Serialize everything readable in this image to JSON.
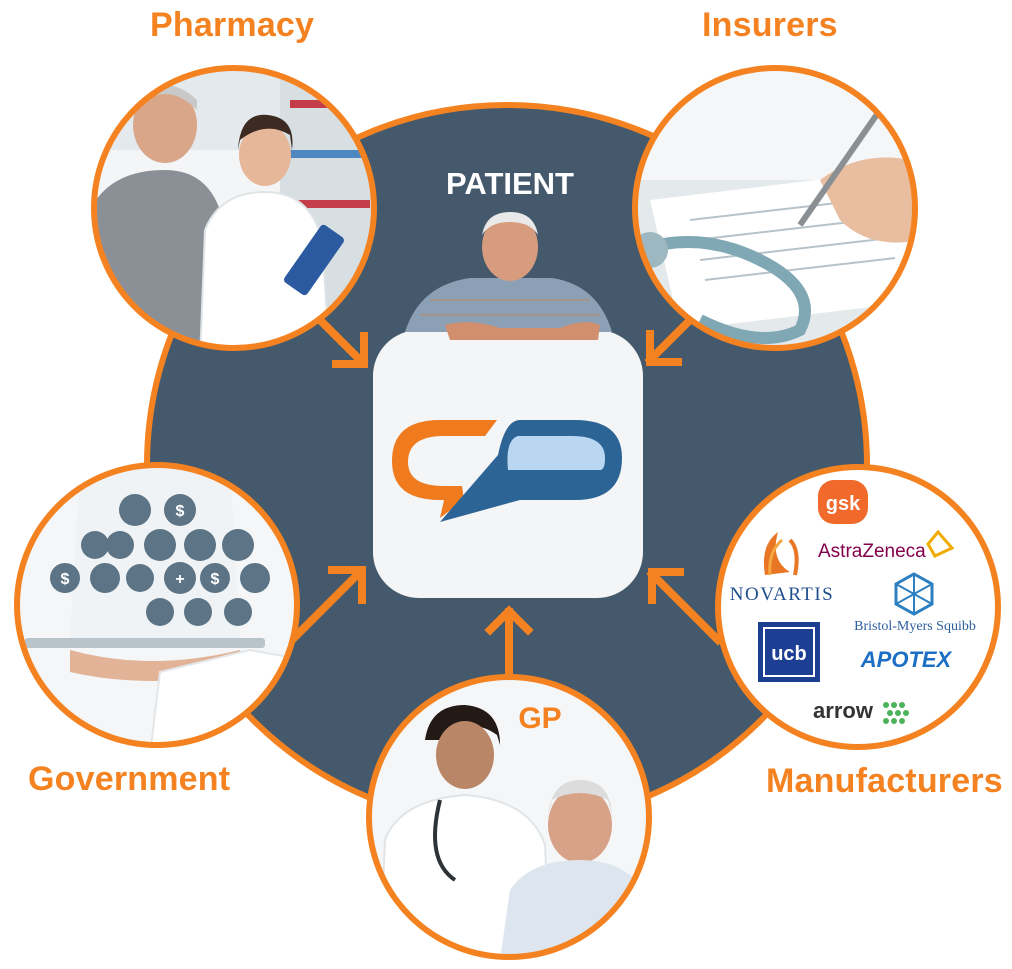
{
  "colors": {
    "accent_orange": "#F58220",
    "hub_navy": "#44596B",
    "app_tile": "#F4F5F6",
    "logo_blue": "#2D6496",
    "logo_light_blue": "#B9D7F0",
    "white": "#FFFFFF"
  },
  "center": {
    "title": "PATIENT"
  },
  "nodes": {
    "pharmacy": {
      "label": "Pharmacy"
    },
    "insurers": {
      "label": "Insurers"
    },
    "government": {
      "label": "Government"
    },
    "manufacturers": {
      "label": "Manufacturers"
    },
    "gp": {
      "label": "GP"
    }
  },
  "manufacturer_logos": {
    "gsk": "gsk",
    "astrazeneca": "AstraZeneca",
    "novartis": "NOVARTIS",
    "bms": "Bristol-Myers Squibb",
    "ucb": "ucb",
    "apotex": "APOTEX",
    "arrow": "arrow"
  },
  "icons": [
    "pharmacy-photo-icon",
    "insurers-photo-icon",
    "government-photo-icon",
    "gp-photo-icon",
    "patient-photo-icon",
    "app-logo-icon"
  ]
}
